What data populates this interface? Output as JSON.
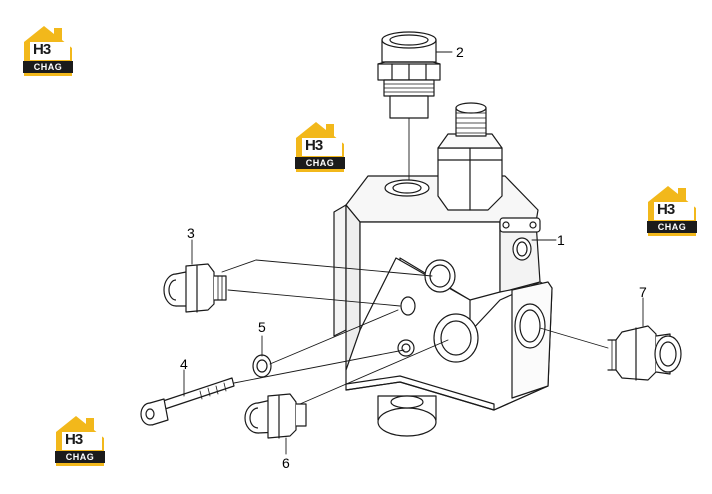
{
  "brand": {
    "monogram": "H3",
    "wordmark": "CHAG",
    "accent_color": "#f2b81b",
    "dark_color": "#1b1b1b"
  },
  "callouts": [
    {
      "id": "1",
      "label": "1"
    },
    {
      "id": "2",
      "label": "2"
    },
    {
      "id": "3",
      "label": "3"
    },
    {
      "id": "4",
      "label": "4"
    },
    {
      "id": "5",
      "label": "5"
    },
    {
      "id": "6",
      "label": "6"
    },
    {
      "id": "7",
      "label": "7"
    }
  ],
  "parts": [
    {
      "callout": "1",
      "name": "valve-body"
    },
    {
      "callout": "2",
      "name": "top-fitting"
    },
    {
      "callout": "3",
      "name": "left-fitting"
    },
    {
      "callout": "4",
      "name": "bolt"
    },
    {
      "callout": "5",
      "name": "washer"
    },
    {
      "callout": "6",
      "name": "lower-fitting"
    },
    {
      "callout": "7",
      "name": "right-fitting"
    }
  ]
}
